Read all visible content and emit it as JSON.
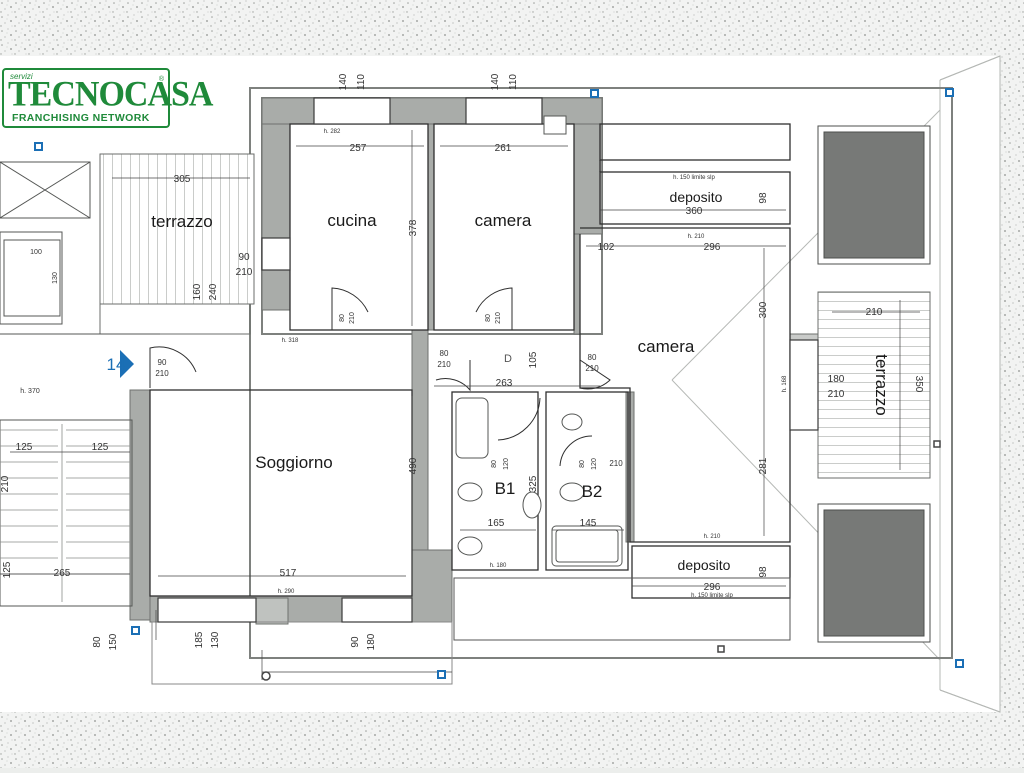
{
  "brand": {
    "tagline_small": "servizi",
    "name": "TECNOCASA",
    "registered": "®",
    "network": "FRANCHISING NETWORK"
  },
  "rooms": {
    "terrazzo_1": "terrazzo",
    "cucina": "cucina",
    "camera_1": "camera",
    "camera_2": "camera",
    "deposito_1": "deposito",
    "deposito_2": "deposito",
    "terrazzo_2": "terrazzo",
    "soggiorno": "Soggiorno",
    "bagno_1": "B1",
    "bagno_2": "B2",
    "disimpegno": "D"
  },
  "unit_marker": "14",
  "colors": {
    "wall": "#9a9d9a",
    "wall_dark": "#6e716e",
    "line": "#3c3c3c",
    "dim": "#444444",
    "void": "#7a7a7a",
    "marker": "#1b6fb5",
    "brand": "#1f8a3a"
  },
  "dimensions": {
    "d140a": "140",
    "d110a": "110",
    "d140b": "140",
    "d110b": "110",
    "h282": "h. 282",
    "d257": "257",
    "d261": "261",
    "d305": "305",
    "h150a": "h. 150 limite slp",
    "d360": "360",
    "d98a": "98",
    "d378": "378",
    "d90a": "90",
    "d210a": "210",
    "d160": "160",
    "d240": "240",
    "d100": "100",
    "d130a": "130",
    "h210a": "h. 210",
    "d102": "102",
    "d296a": "296",
    "d300": "300",
    "d210b": "210",
    "d350": "350",
    "d80a": "80",
    "d210c": "210",
    "d80b": "80",
    "d210d": "210",
    "h318": "h. 318",
    "d90b": "90",
    "d210e": "210",
    "d80c": "80",
    "d210f": "210",
    "d105": "105",
    "d80d": "80",
    "d210g": "210",
    "h370": "h. 370",
    "d263": "263",
    "d180a": "180",
    "d210h": "210",
    "h168": "h. 168",
    "d125a": "125",
    "d125b": "125",
    "d210i": "210",
    "d490": "490",
    "d80e": "80",
    "d120a": "120",
    "d80f": "80",
    "d120b": "120",
    "d210j": "210",
    "d325": "325",
    "d281": "281",
    "d165": "165",
    "d145": "145",
    "d125c": "125",
    "d265": "265",
    "d517": "517",
    "h180": "h. 180",
    "h210b": "h. 210",
    "d296b": "296",
    "d98b": "98",
    "h150b": "h. 150 limite slp",
    "h290": "h. 290",
    "d80g": "80",
    "d150": "150",
    "d185": "185",
    "d130b": "130",
    "d90c": "90",
    "d180b": "180"
  }
}
